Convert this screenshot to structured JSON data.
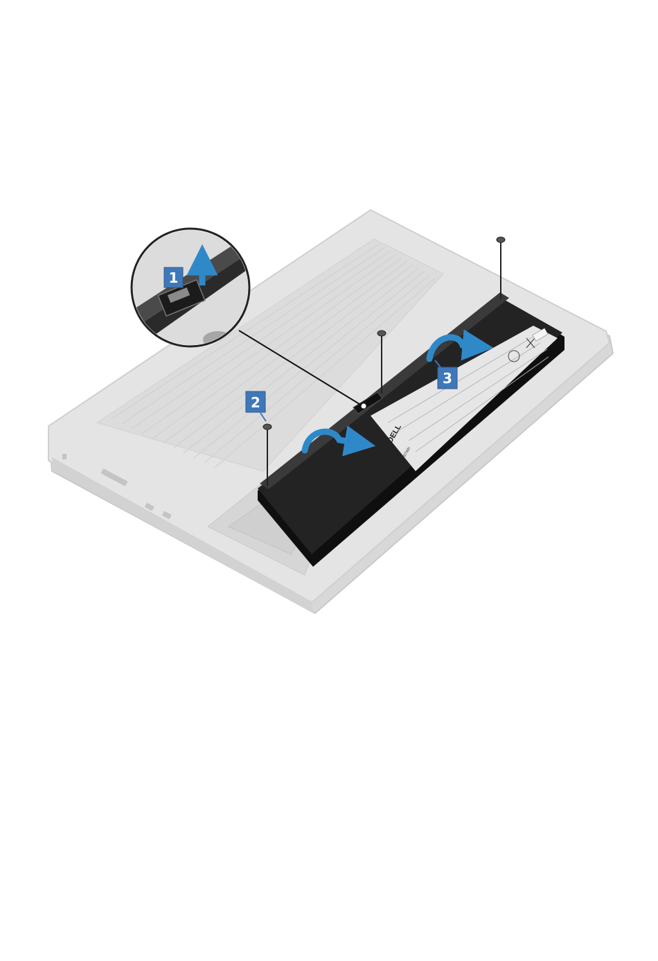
{
  "figure": {
    "callouts": [
      {
        "id": "1",
        "label": "1"
      },
      {
        "id": "2",
        "label": "2"
      },
      {
        "id": "3",
        "label": "3"
      }
    ],
    "battery_brand_logo_text": "DELL",
    "battery_capacity_text": "97Wh",
    "colors": {
      "callout_fill": "#3f78b8",
      "callout_text": "#ffffff",
      "arrow": "#2f89c9",
      "chassis": "#e2e2e2",
      "battery": "#1f1f1f",
      "label": "#e8e8e8"
    }
  }
}
